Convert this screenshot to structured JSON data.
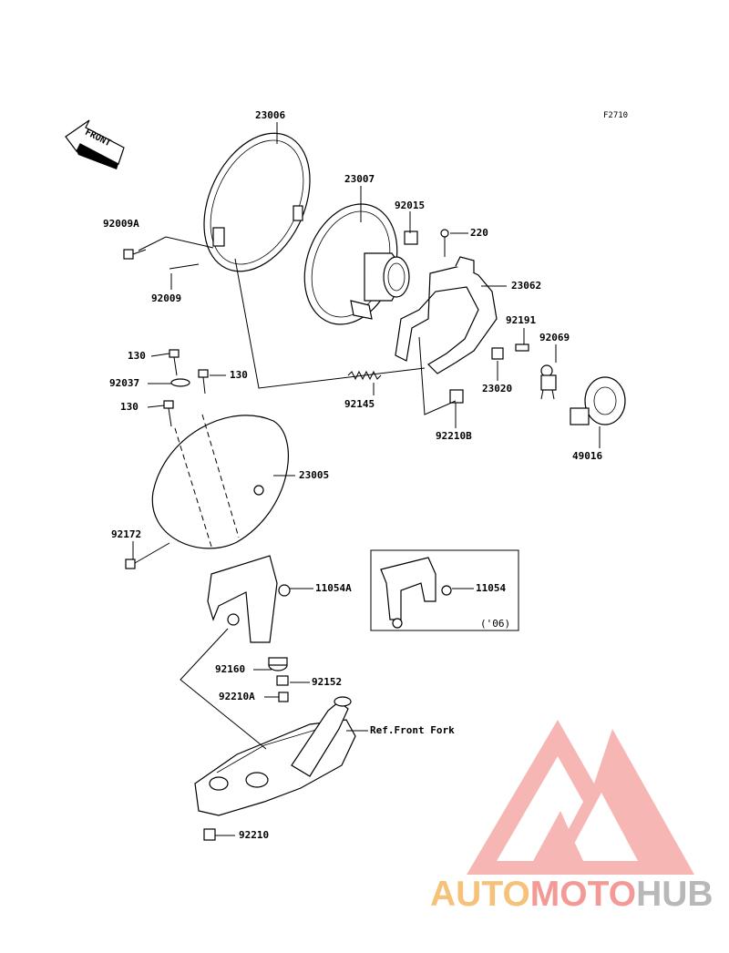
{
  "diagram": {
    "code": "F2710",
    "front_label": "FRONT",
    "inset_label": "('06)",
    "ref_label": "Ref.Front Fork",
    "watermark": {
      "part1": "AUTO",
      "part2": "MOTO",
      "part3": "HUB",
      "colors": [
        "#f6c27a",
        "#f39a96",
        "#b8b8b8"
      ]
    },
    "labels": [
      {
        "id": "p23006",
        "text": "23006"
      },
      {
        "id": "p23007",
        "text": "23007"
      },
      {
        "id": "p92015",
        "text": "92015"
      },
      {
        "id": "p220",
        "text": "220"
      },
      {
        "id": "p92009A",
        "text": "92009A"
      },
      {
        "id": "p92009",
        "text": "92009"
      },
      {
        "id": "p23062",
        "text": "23062"
      },
      {
        "id": "p92191",
        "text": "92191"
      },
      {
        "id": "p92069",
        "text": "92069"
      },
      {
        "id": "p130a",
        "text": "130"
      },
      {
        "id": "p130b",
        "text": "130"
      },
      {
        "id": "p92037",
        "text": "92037"
      },
      {
        "id": "p130c",
        "text": "130"
      },
      {
        "id": "p92145",
        "text": "92145"
      },
      {
        "id": "p23020",
        "text": "23020"
      },
      {
        "id": "p92210B",
        "text": "92210B"
      },
      {
        "id": "p49016",
        "text": "49016"
      },
      {
        "id": "p23005",
        "text": "23005"
      },
      {
        "id": "p92172",
        "text": "92172"
      },
      {
        "id": "p11054A",
        "text": "11054A"
      },
      {
        "id": "p11054",
        "text": "11054"
      },
      {
        "id": "p92160",
        "text": "92160"
      },
      {
        "id": "p92152",
        "text": "92152"
      },
      {
        "id": "p92210A",
        "text": "92210A"
      },
      {
        "id": "p92210",
        "text": "92210"
      }
    ]
  }
}
